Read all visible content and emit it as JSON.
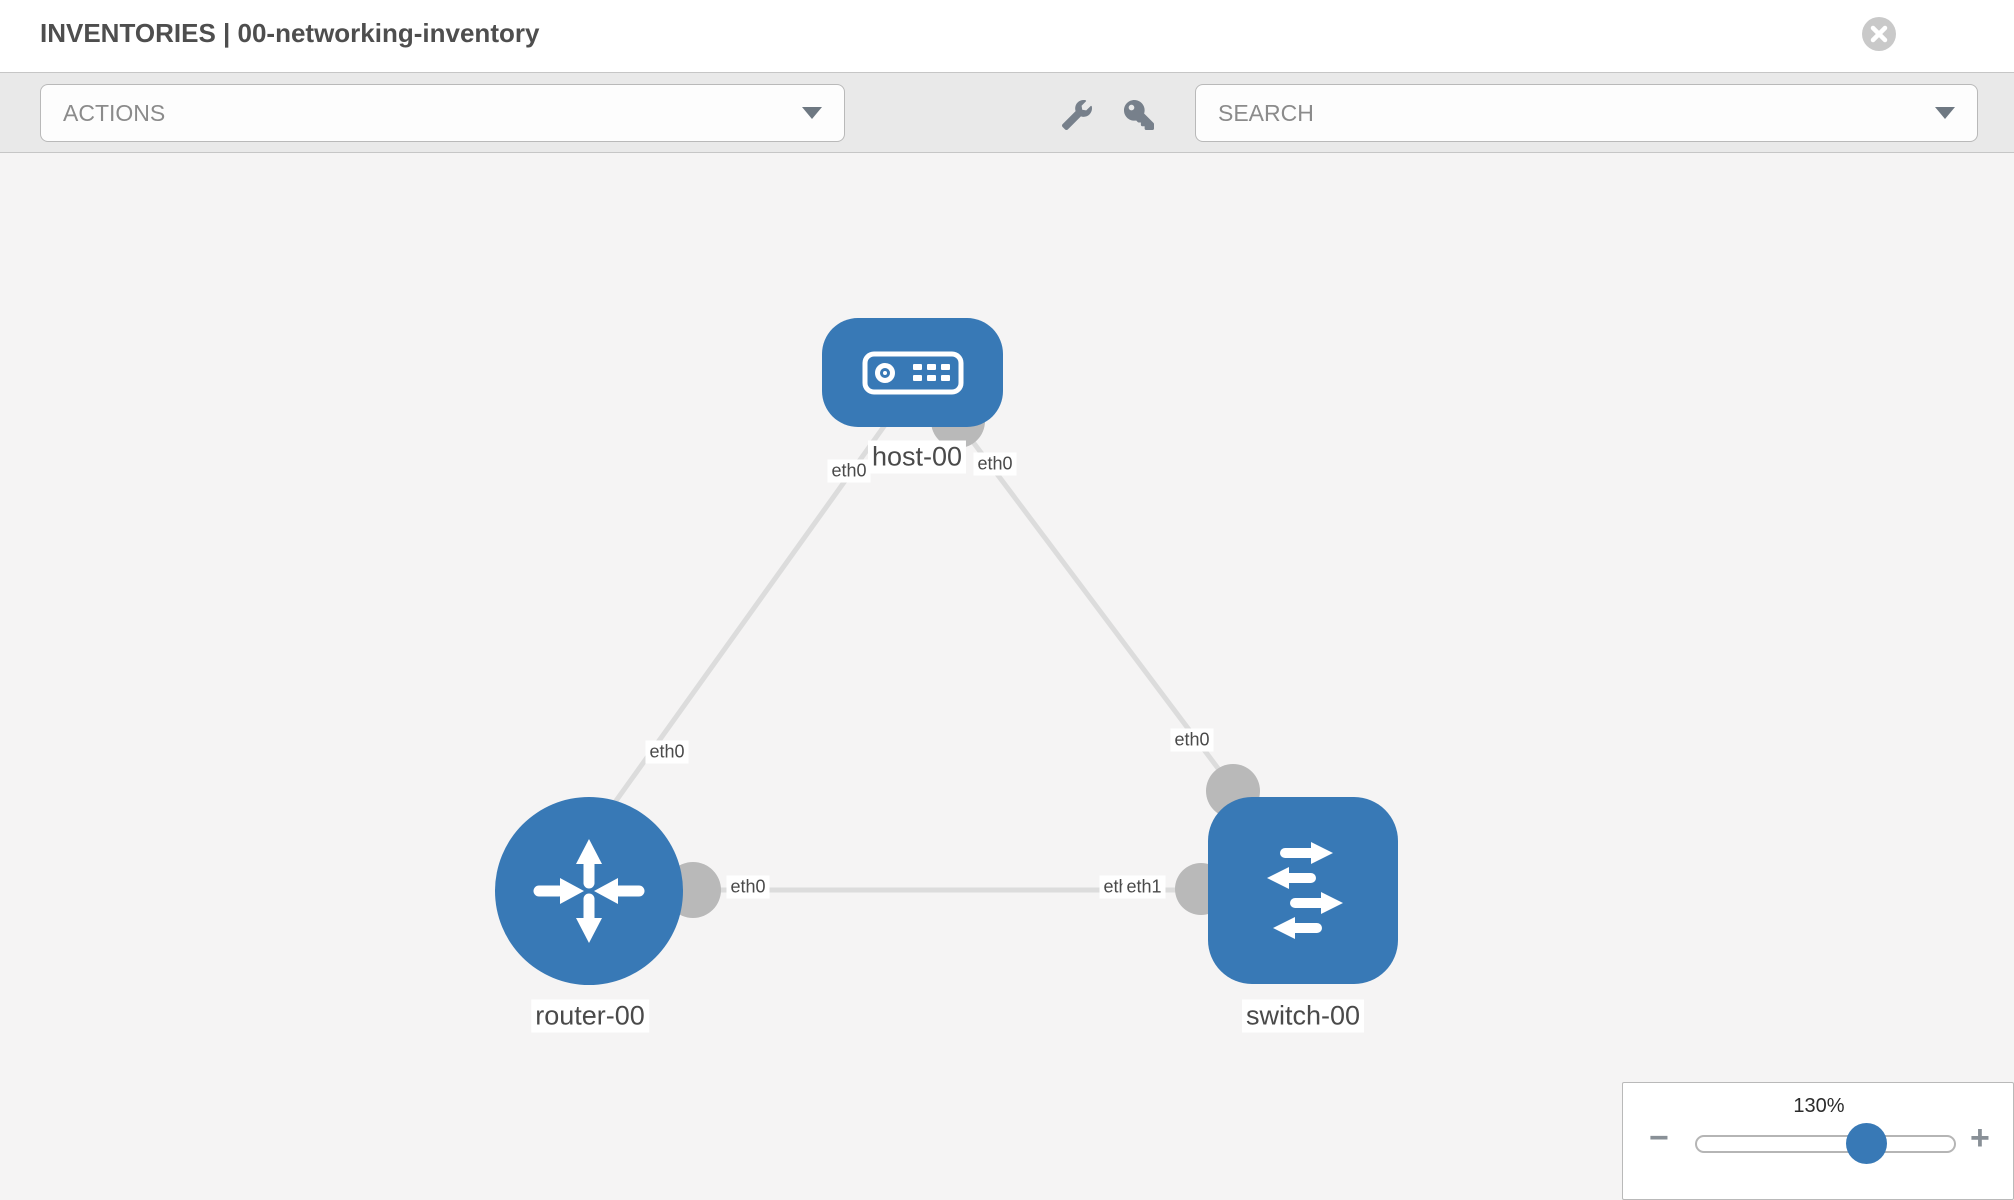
{
  "header": {
    "title": "INVENTORIES | 00-networking-inventory"
  },
  "toolbar": {
    "actions_placeholder": "ACTIONS",
    "search_placeholder": "SEARCH"
  },
  "colors": {
    "node_blue": "#3879b6",
    "link_gray": "#dcdcdc",
    "endpoint_gray": "#b9b9b9",
    "canvas_bg": "#f5f4f4"
  },
  "topology": {
    "nodes": [
      {
        "id": "host-00",
        "type": "host",
        "label": "host-00"
      },
      {
        "id": "router-00",
        "type": "router",
        "label": "router-00"
      },
      {
        "id": "switch-00",
        "type": "switch",
        "label": "switch-00"
      }
    ],
    "links": [
      {
        "from": "host-00",
        "to": "router-00",
        "from_interface": "eth0",
        "to_interface": "eth0"
      },
      {
        "from": "host-00",
        "to": "switch-00",
        "from_interface": "eth0",
        "to_interface": "eth0"
      },
      {
        "from": "router-00",
        "to": "switch-00",
        "from_interface": "eth0",
        "to_interface": "eth1"
      }
    ],
    "interface_labels": {
      "host_router_at_host": "eth0",
      "host_router_at_router": "eth0",
      "host_switch_at_host": "eth0",
      "host_switch_at_switch": "eth0",
      "router_switch_at_router": "eth0",
      "router_switch_at_switch_back": "eth0",
      "router_switch_at_switch_front": "eth1"
    }
  },
  "zoom_control": {
    "level": "130%",
    "minus_label": "−",
    "plus_label": "+",
    "slider_percent": 65
  }
}
